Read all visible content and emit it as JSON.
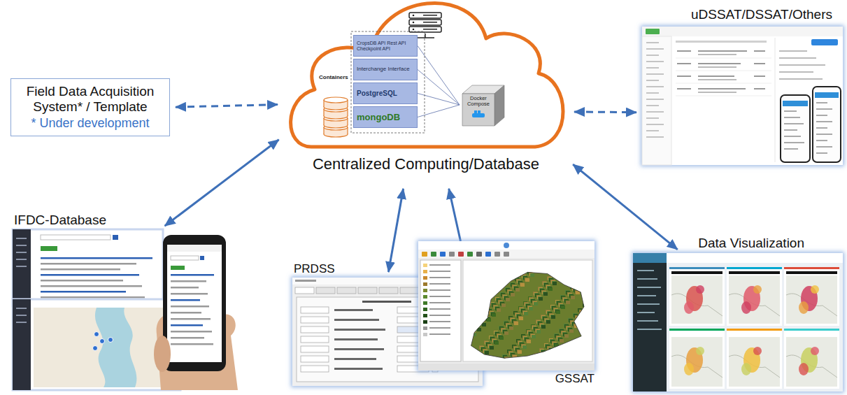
{
  "diagram": {
    "nodes": [
      {
        "text": [
          "Field Data Acquisition System* / Template",
          "* Under development"
        ]
      },
      {
        "text": [
          "Centralized Computing/Database"
        ]
      },
      {
        "text": [
          "CropsDB API Rest API Checkpoint API"
        ],
        "in": 1
      },
      {
        "text": [
          "Interchange Interface"
        ],
        "in": 1
      },
      {
        "text": [
          "PostgreSQL"
        ],
        "in": 1
      },
      {
        "text": [
          "mongoDB"
        ],
        "in": 1
      },
      {
        "text": [
          "Docker Compose"
        ],
        "in": 1
      },
      {
        "text": [
          "uDSSAT/DSSAT/Others"
        ]
      },
      {
        "text": [
          "IFDC-Database"
        ]
      },
      {
        "text": [
          "PRDSS"
        ]
      },
      {
        "text": [
          "GSSAT"
        ]
      },
      {
        "text": [
          "Data Visualization"
        ]
      }
    ],
    "edges": [
      {
        "from": 0,
        "to": 1,
        "arrow": "both"
      },
      {
        "from": 1,
        "to": 7,
        "arrow": "both"
      },
      {
        "from": 8,
        "to": 1,
        "arrow": "both"
      },
      {
        "from": 9,
        "to": 1,
        "arrow": "both"
      },
      {
        "from": 10,
        "to": 1,
        "arrow": "to"
      },
      {
        "from": 1,
        "to": 11,
        "arrow": "both"
      },
      {
        "from": 2,
        "to": 6,
        "arrow": "none"
      },
      {
        "from": 3,
        "to": 6,
        "arrow": "none"
      },
      {
        "from": 4,
        "to": 6,
        "arrow": "none"
      },
      {
        "from": 5,
        "to": 6,
        "arrow": "none"
      }
    ],
    "labels": [
      "Containers"
    ]
  }
}
